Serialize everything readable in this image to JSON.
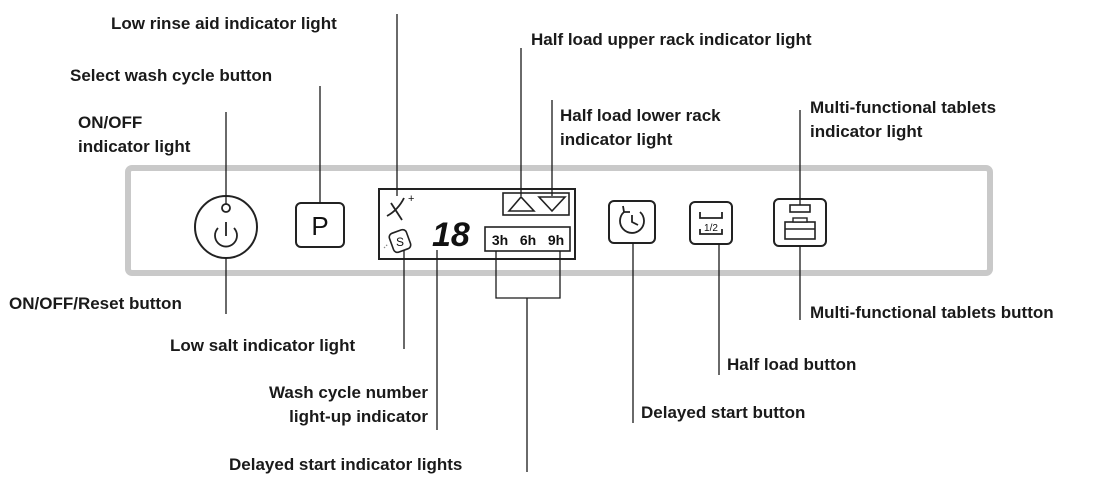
{
  "labels": {
    "low_rinse_aid": "Low rinse aid indicator light",
    "select_wash_cycle": "Select wash cycle button",
    "on_off_indicator_1": "ON/OFF",
    "on_off_indicator_2": "indicator light",
    "half_load_upper": "Half load upper rack indicator light",
    "half_load_lower_1": "Half load lower rack",
    "half_load_lower_2": "indicator light",
    "multi_tablets_indicator_1": "Multi-functional tablets",
    "multi_tablets_indicator_2": "indicator light",
    "on_off_reset": "ON/OFF/Reset button",
    "low_salt": "Low salt indicator light",
    "wash_cycle_number_1": "Wash cycle number",
    "wash_cycle_number_2": "light-up indicator",
    "delayed_start_indicators": "Delayed start indicator lights",
    "delayed_start_button": "Delayed start button",
    "half_load_button": "Half load button",
    "multi_tablets_button": "Multi-functional tablets button"
  },
  "panel": {
    "program_key": "P",
    "cycle_number": "18",
    "salt_symbol": "S",
    "delay_times": [
      "3h",
      "6h",
      "9h"
    ],
    "half_load_fraction": "1/2"
  },
  "icons": {
    "power": "power-icon",
    "rinse_aid": "rinse-aid-icon",
    "salt": "salt-icon",
    "upper_rack": "triangle-up-icon",
    "lower_rack": "triangle-down-icon",
    "delay": "clock-arrow-icon",
    "half_load": "half-load-icon",
    "tablets": "tablet-icon"
  }
}
